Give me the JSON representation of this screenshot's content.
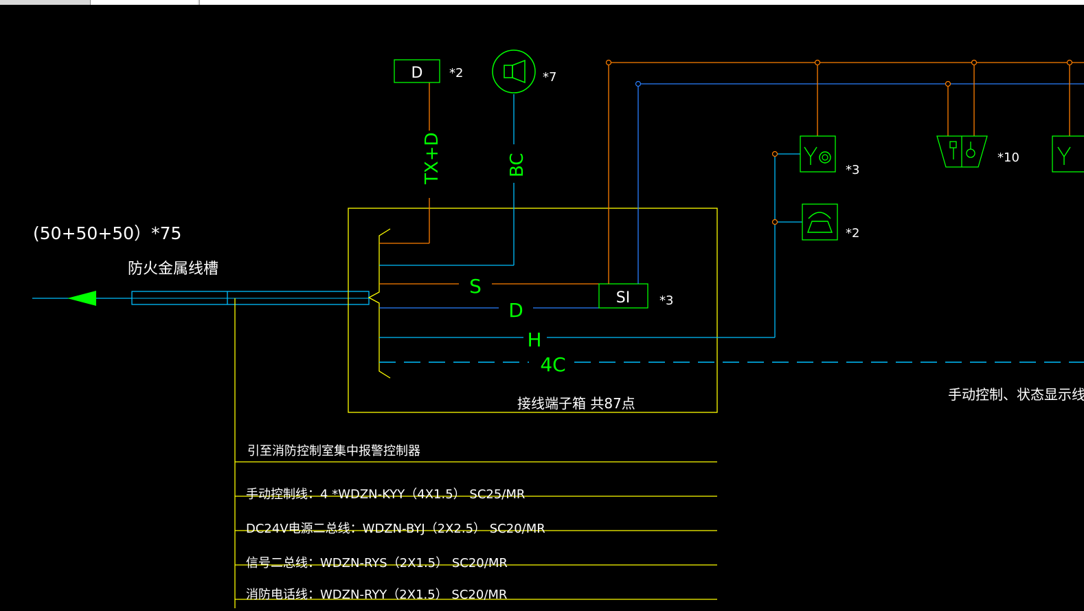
{
  "colors": {
    "green": "#00ff00",
    "yellow": "#ffff00",
    "orange": "#ff7f00",
    "cyan": "#00bfff",
    "blue": "#2a7fff",
    "white": "#ffffff",
    "background": "#000000"
  },
  "diagram": {
    "tray_size": "(50+50+50）*75",
    "tray_name": "防火金属线槽",
    "box_label": "接线端子箱  共87点",
    "trunk_labels": {
      "tx_d": "TX+D",
      "bc": "BC"
    },
    "line_labels": {
      "s": "S",
      "d": "D",
      "h": "H",
      "c4": "4C"
    },
    "si_label": "SI",
    "si_count": "*3",
    "top_devices": [
      {
        "name": "display",
        "label": "D",
        "count": "*2"
      },
      {
        "name": "speaker",
        "icon": "speaker-icon",
        "count": "*7"
      }
    ],
    "field_devices": [
      {
        "name": "smoke-heat-detector",
        "icon": "smoke-heat-detector-icon",
        "count": "*3"
      },
      {
        "name": "phone",
        "icon": "telephone-icon",
        "count": "*2"
      },
      {
        "name": "manual-alarm",
        "icon": "manual-alarm-station-icon",
        "count": "*10"
      }
    ],
    "control_line_label": "手动控制、状态显示线",
    "lead_out_title": "引至消防控制室集中报警控制器",
    "cables": [
      "手动控制线：4 *WDZN-KYY（4X1.5）  SC25/MR",
      "DC24V电源二总线：WDZN-BYJ（2X2.5）  SC20/MR",
      "信号二总线：WDZN-RYS（2X1.5）  SC20/MR",
      "消防电话线：WDZN-RYY（2X1.5）  SC20/MR"
    ]
  }
}
